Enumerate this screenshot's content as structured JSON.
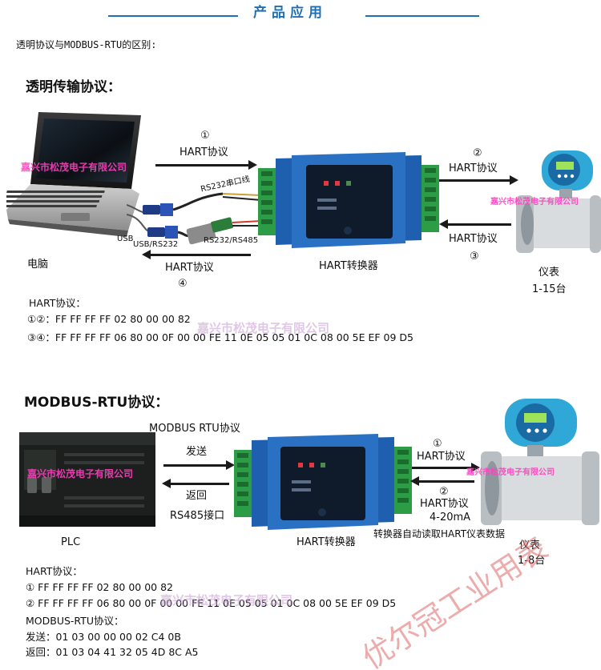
{
  "header": {
    "title": "产品应用"
  },
  "intro": "透明协议与MODBUS-RTU的区别:",
  "top": {
    "section_title": "透明传输协议：",
    "pc_label": "电脑",
    "step1": "①",
    "step2": "②",
    "step3": "③",
    "step4": "④",
    "hart_protocol": "HART协议",
    "rs232_cable": "RS232串口线",
    "usb": "USB",
    "usb_rs232": "USB/RS232",
    "rs232_rs485": "RS232/RS485",
    "converter_label": "HART转换器",
    "meter_label": "仪表",
    "meter_count": "1-15台",
    "frames_title": "HART协议：",
    "frame_12": "①②：FF FF FF FF 02 80 00 00 82",
    "frame_34": "③④：FF FF FF FF 06 80 00 0F 00 00 FE 11 0E 05 05 01 0C 08 00 5E EF 09 D5"
  },
  "bottom": {
    "section_title": "MODBUS-RTU协议：",
    "modbus_rtu": "MODBUS RTU协议",
    "send": "发送",
    "back": "返回",
    "rs485": "RS485接口",
    "plc_label": "PLC",
    "step1": "①",
    "step2": "②",
    "hart_protocol": "HART协议",
    "current": "4-20mA",
    "auto_read": "转换器自动读取HART仪表数据",
    "converter_label": "HART转换器",
    "meter_label": "仪表",
    "meter_count": "1-8台",
    "frames_title": "HART协议：",
    "frame_1": "① FF FF FF FF 02 80 00 00 82",
    "frame_2": "② FF FF FF FF 06 80 00 0F 00 00 FE 11 0E 05 05 01 0C 08 00 5E EF 09 D5",
    "modbus_title": "MODBUS-RTU协议：",
    "send_frame": "发送：01 03 00 00 00 02 C4 0B",
    "back_frame": "返回：01 03 04 41 32 05 4D 8C A5"
  },
  "watermarks": {
    "company": "嘉兴市松茂电子有限公司",
    "seal_text": "优尔冠工业用表"
  },
  "colors": {
    "accent": "#1f6fb3",
    "converter_body": "#1e5fb0",
    "terminal_green": "#2c9c46",
    "watermark_pink": "#ff3fbf"
  }
}
